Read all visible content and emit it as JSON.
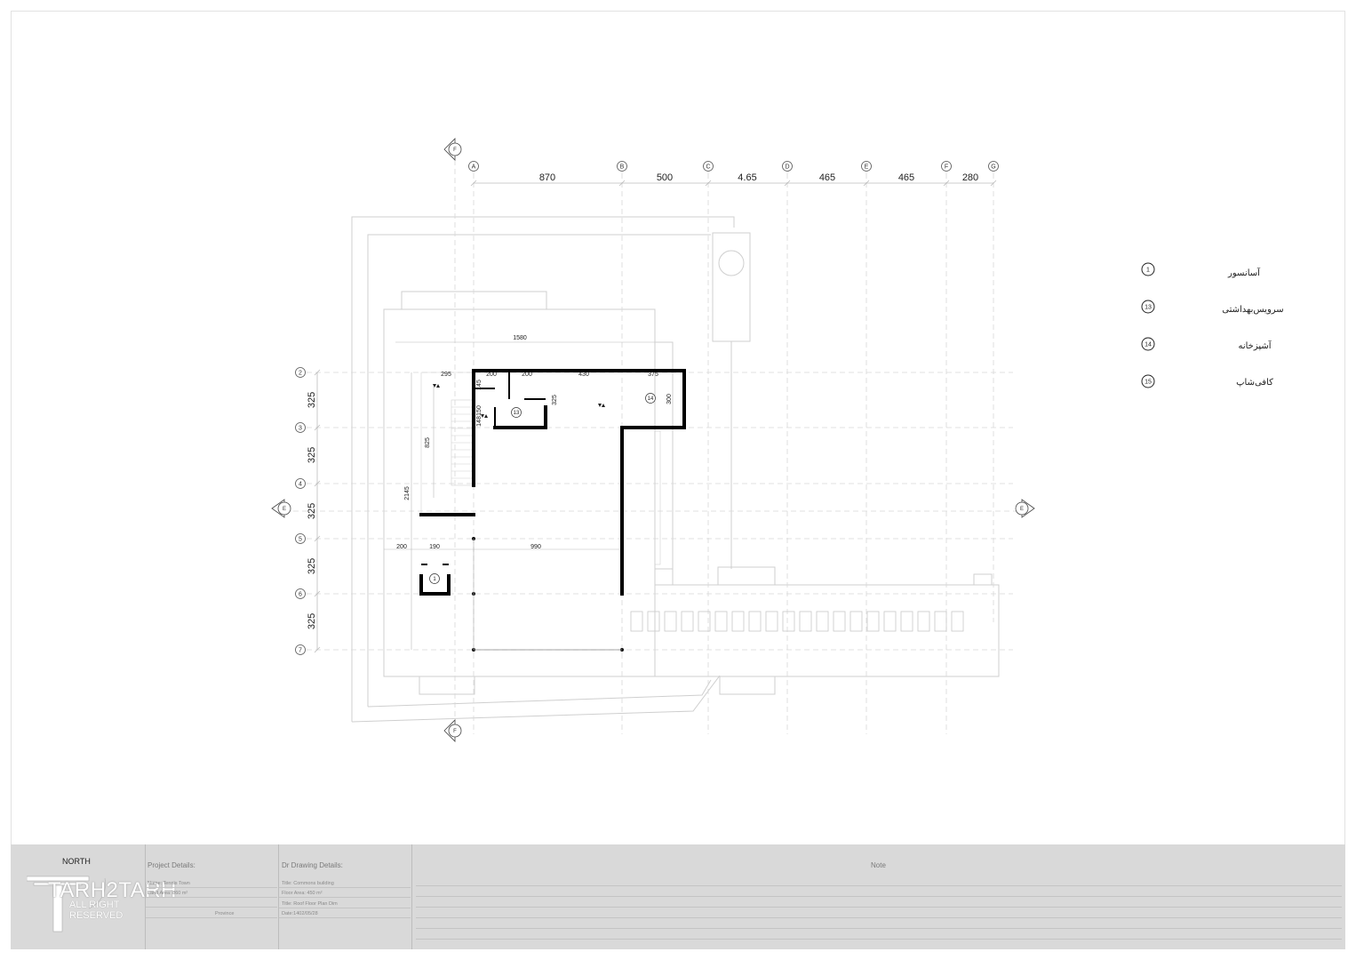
{
  "grid": {
    "columns": [
      "A",
      "B",
      "C",
      "D",
      "E",
      "F",
      "G"
    ],
    "column_dims": [
      "870",
      "500",
      "4.65",
      "465",
      "465",
      "280"
    ],
    "rows": [
      "2",
      "3",
      "4",
      "5",
      "6",
      "7"
    ],
    "row_dims": [
      "325",
      "325",
      "325",
      "325",
      "325"
    ],
    "section_marks": [
      "F",
      "F",
      "E",
      "E"
    ]
  },
  "plan_dims": {
    "overall_width": "1580",
    "d295": "295",
    "d200a": "200",
    "d200b": "200",
    "d430": "430",
    "d375": "375",
    "d145": "145",
    "d150": "150",
    "d148": "148",
    "d325": "325",
    "d300": "300",
    "d825": "825",
    "d2145": "2145",
    "d200c": "200",
    "d190": "190",
    "d990": "990"
  },
  "room_tags": [
    "13",
    "14",
    "1"
  ],
  "legend": [
    {
      "num": "1",
      "label": "آسانسور"
    },
    {
      "num": "13",
      "label": "سرویس‌بهداشتی"
    },
    {
      "num": "14",
      "label": "آشپزخانه"
    },
    {
      "num": "15",
      "label": "کافی‌شاپ"
    }
  ],
  "title_block": {
    "north": "NORTH",
    "project_header": "Project Details:",
    "project_rows": [
      "Name: Tennis Town",
      "Land Area: 860 m²",
      "",
      "Province"
    ],
    "drawing_header": "Dr Drawing Details:",
    "drawing_rows": [
      "Title: Commons building",
      "Floor Area:  450 m²",
      "Title: Roof Floor Plan Dim",
      "Date:1402/05/28"
    ],
    "note_header": "Note",
    "logo": "TARH2TARH",
    "logo_sub": "ALL RIGHT RESERVED"
  }
}
